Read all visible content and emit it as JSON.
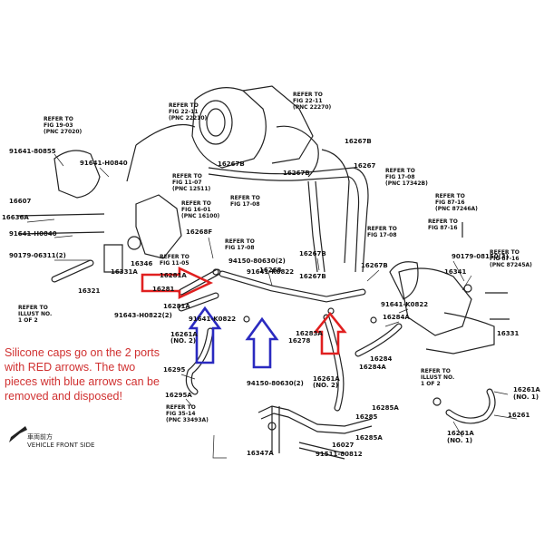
{
  "note": {
    "lines": [
      "Silicone caps go on the 2 ports",
      "with RED arrows. The two",
      "pieces with blue arrows can be",
      "removed and disposed!"
    ]
  },
  "vehicle_front": {
    "native": "車両前方",
    "english": "VEHICLE FRONT SIDE"
  },
  "refs": {
    "fig19_03": [
      "REFER TO",
      "FIG 19-03",
      "(PNC 27020)"
    ],
    "fig22_11a": [
      "REFER TO",
      "FIG 22-11",
      "(PNC 22210)"
    ],
    "fig22_11b": [
      "REFER TO",
      "FIG 22-11",
      "(PNC 22270)"
    ],
    "fig11_07": [
      "REFER TO",
      "FIG 11-07",
      "(PNC 12511)"
    ],
    "fig16_01": [
      "REFER TO",
      "FIG 16-01",
      "(PNC 16100)"
    ],
    "fig17_08a": [
      "REFER TO",
      "FIG 17-08"
    ],
    "fig17_08b": [
      "REFER TO",
      "FIG 17-08",
      "(PNC 17342B)"
    ],
    "fig87_16a": [
      "REFER TO",
      "FIG 87-16",
      "(PNC 87246A)"
    ],
    "fig87_16b": [
      "REFER TO",
      "FIG 87-16"
    ],
    "fig17_08c": [
      "REFER TO",
      "FIG 17-08"
    ],
    "fig17_08d": [
      "REFER TO",
      "FIG 17-08"
    ],
    "fig87_16c": [
      "REFER TO",
      "FIG 87-16",
      "(PNC 87245A)"
    ],
    "fig11_05": [
      "REFER TO",
      "FIG 11-05"
    ],
    "illust1": [
      "REFER TO",
      "ILLUST NO.",
      "1 OF 2"
    ],
    "illust2": [
      "REFER TO",
      "ILLUST NO.",
      "1 OF 2"
    ],
    "fig35_14": [
      "REFER TO",
      "FIG 35-14",
      "(PNC 33493A)"
    ]
  },
  "parts": {
    "p16267B_a": "16267B",
    "p16267B_b": "16267B",
    "p16267B_c": "16267B",
    "p16267": "16267",
    "p91641_80855": "91641-80855",
    "p91641_h0840a": "91641-H0840",
    "p16607": "16607",
    "p16636A": "16636A",
    "p91641_h0840b": "91641-H0840",
    "p16268F": "16268F",
    "p90179_06311": "90179-06311(2)",
    "p16346": "16346",
    "p16331A": "16331A",
    "p16321": "16321",
    "p16281A_a": "16281A",
    "p16281": "16281",
    "p16281A_b": "16281A",
    "p94150_80630a": "94150-80630(2)",
    "p16268": "16268",
    "p16267B_d": "16267B",
    "p16267B_e": "16267B",
    "p16267B_f": "16267B",
    "p91643_h0822": "91643-H0822(2)",
    "p91641_k0822a": "91641-K0822",
    "p91641_k0822b": "91641-K0822",
    "p91641_k0822c": "91641-K0822",
    "p16261A_a": "16261A",
    "p16261A_a_sub": "(NO. 2)",
    "p16278": "16278",
    "p16283A": "16283A",
    "p16284A_a": "16284A",
    "p16284A_b": "16284A",
    "p16284": "16284",
    "p16295": "16295",
    "p16295A": "16295A",
    "p94150_80630b": "94150-80630(2)",
    "p16261A_b": "16261A",
    "p16261A_b_sub": "(NO. 2)",
    "p16285": "16285",
    "p16285A_a": "16285A",
    "p16285A_b": "16285A",
    "p16347A": "16347A",
    "p16027": "16027",
    "p91511_80812": "91511-80812",
    "p90179_08150": "90179-08150(3)",
    "p16341": "16341",
    "p16331": "16331",
    "p16261A_c": "16261A",
    "p16261A_c_sub": "(NO. 1)",
    "p16261": "16261",
    "p16261A_d": "16261A",
    "p16261A_d_sub": "(NO. 1)"
  },
  "colors": {
    "red_arrow": "#e02020",
    "blue_arrow": "#2a2ac0",
    "note_text": "#d03030"
  }
}
